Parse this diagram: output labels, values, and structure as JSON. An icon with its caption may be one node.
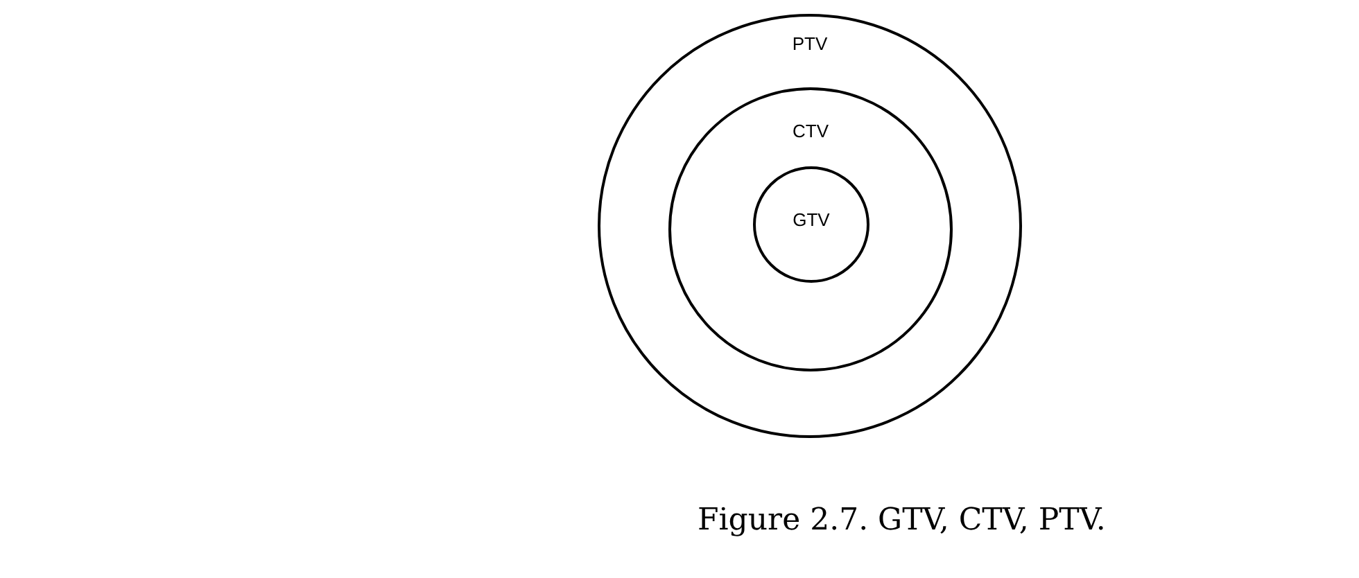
{
  "diagram": {
    "caption": "Figure 2.7. GTV, CTV, PTV.",
    "nodes": [
      {
        "text": [
          "PTV"
        ]
      },
      {
        "text": [
          "CTV"
        ],
        "in": 0
      },
      {
        "text": [
          "GTV"
        ],
        "in": 1
      }
    ]
  }
}
